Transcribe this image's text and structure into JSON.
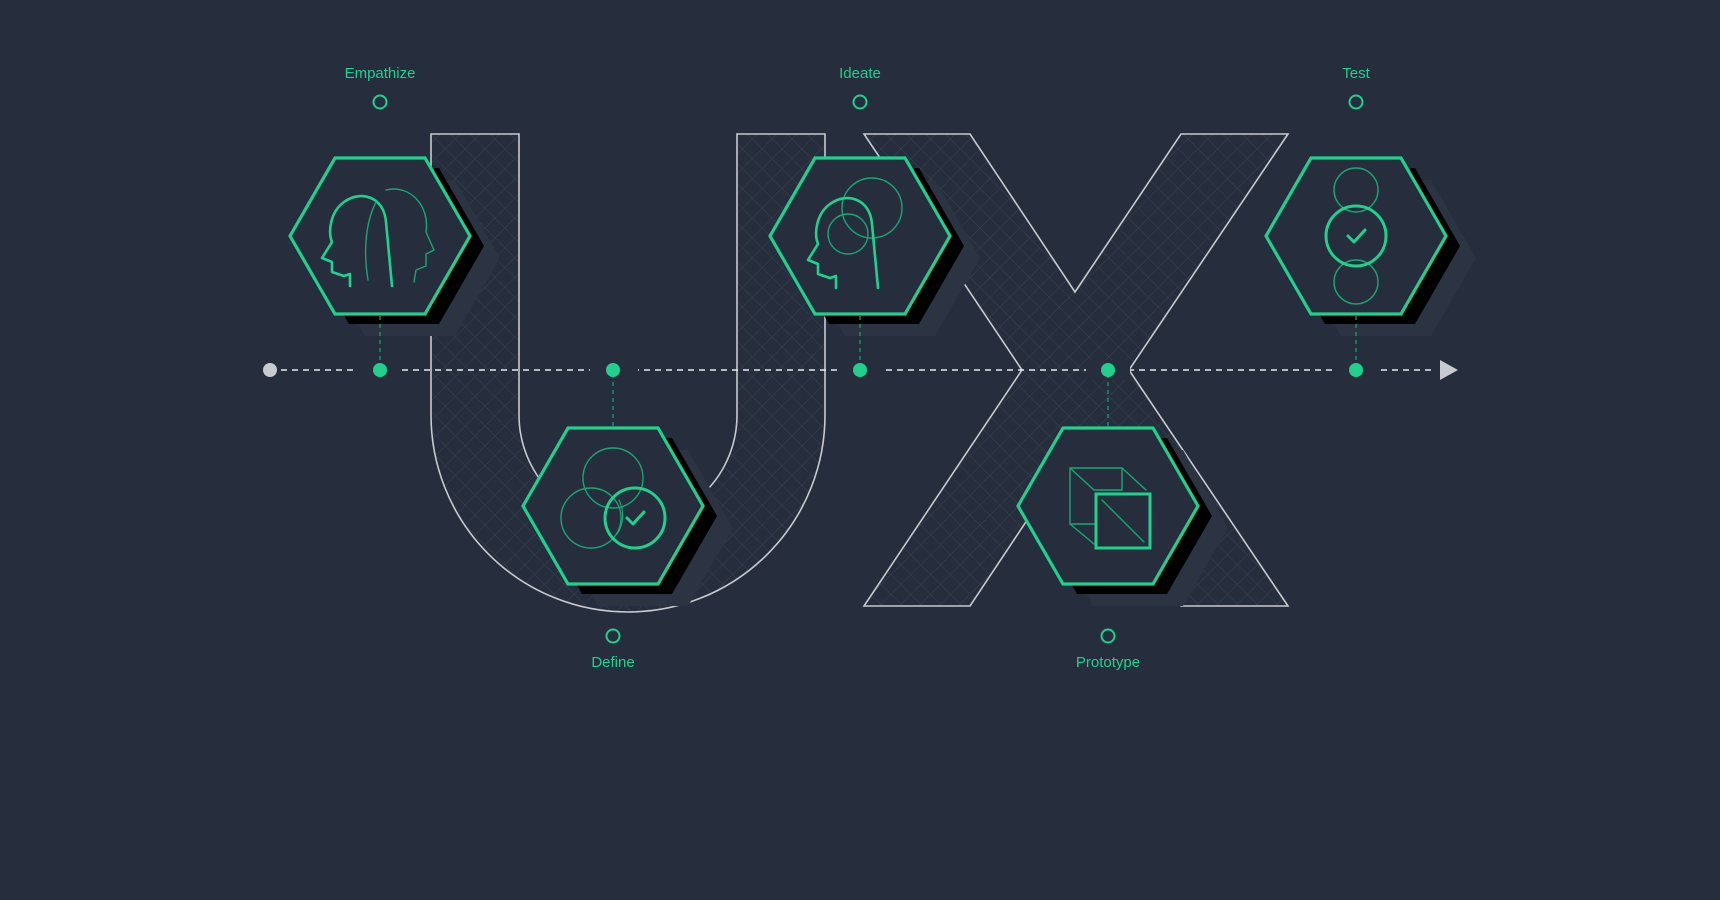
{
  "colors": {
    "background": "#262d3d",
    "accent": "#1fd18c",
    "accent_dim": "#18a674",
    "letter_outline": "#c8cad0",
    "timeline": "#e8eaed",
    "start_dot": "#c8cad0"
  },
  "timeline": {
    "direction": "left-to-right",
    "line_style": "dashed",
    "start_marker": "circle",
    "end_marker": "arrowhead"
  },
  "background_letters": [
    "U",
    "X"
  ],
  "stages": [
    {
      "id": "empathize",
      "label": "Empathize",
      "position": "above",
      "icon": "two-heads-icon"
    },
    {
      "id": "define",
      "label": "Define",
      "position": "below",
      "icon": "overlapping-circles-check-icon"
    },
    {
      "id": "ideate",
      "label": "Ideate",
      "position": "above",
      "icon": "head-with-ideas-icon"
    },
    {
      "id": "prototype",
      "label": "Prototype",
      "position": "below",
      "icon": "wireframe-cube-icon"
    },
    {
      "id": "test",
      "label": "Test",
      "position": "above",
      "icon": "stacked-circles-check-icon"
    }
  ]
}
